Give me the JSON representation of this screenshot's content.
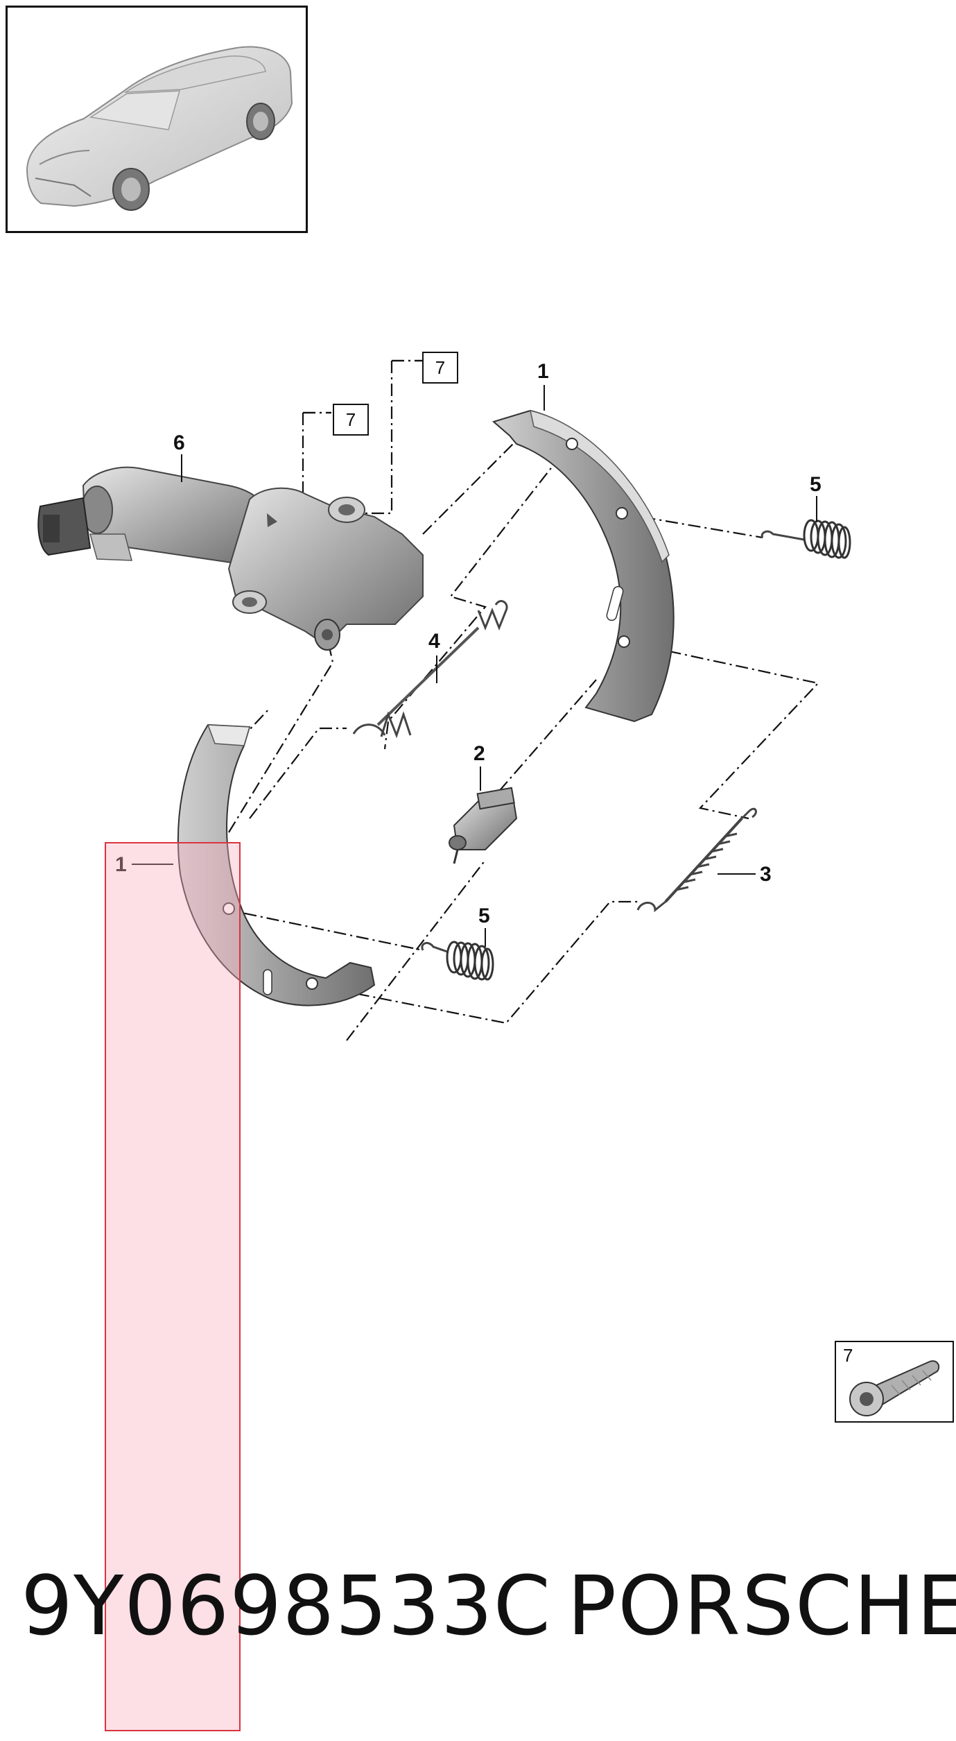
{
  "diagram": {
    "callouts": {
      "shoe_upper": "1",
      "adjuster": "2",
      "return_spring": "3",
      "connecting_spring": "4",
      "hold_spring_upper": "5",
      "hold_spring_lower": "5",
      "actuator": "6",
      "shoe_lower": "1"
    },
    "ref_boxes": {
      "bolt_ref_upper": "7",
      "bolt_ref_lower": "7"
    },
    "inset": {
      "label": "7",
      "icon": "torx-bolt-icon"
    },
    "thumbnail": {
      "icon": "car-thumbnail-icon"
    }
  },
  "footer": {
    "part_number": "9Y0698533C",
    "brand": "PORSCHE"
  },
  "colors": {
    "line": "#111111",
    "part_fill": "#9a9a9a",
    "highlight_fill": "#f9b3c4",
    "highlight_border": "#d9343f"
  }
}
